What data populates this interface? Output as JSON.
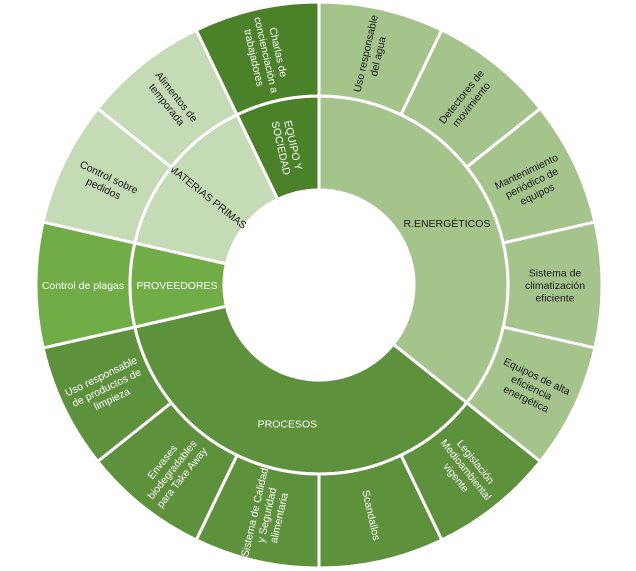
{
  "chart_data": {
    "type": "sunburst",
    "title": "",
    "colors": {
      "energeticos": "#a4c48c",
      "energeticos_outer": "#a4c48c",
      "procesos": "#5d913c",
      "procesos_outer": "#5d913c",
      "proveedores": "#70ad47",
      "proveedores_outer": "#70ad47",
      "materias": "#c5dbb5",
      "materias_outer": "#c5dbb5",
      "equipo": "#4b8229",
      "equipo_outer": "#4b8229",
      "text_dark": "#1a1a1a",
      "text_light": "#ffffff"
    },
    "categories": [
      {
        "name": "R.ENERGÉTICOS",
        "value": 5,
        "children": [
          {
            "name": "Uso responsable del agua",
            "value": 1
          },
          {
            "name": "Detectores de movimiento",
            "value": 1
          },
          {
            "name": "Mantenimiento periódico de equipos",
            "value": 1
          },
          {
            "name": "Sistema de climatización eficiente",
            "value": 1
          },
          {
            "name": "Equipos de alta eficiencia energética",
            "value": 1
          }
        ]
      },
      {
        "name": "PROCESOS",
        "value": 5,
        "children": [
          {
            "name": "Legislación Medioambiental vigente",
            "value": 1
          },
          {
            "name": "Scandallos",
            "value": 1
          },
          {
            "name": "Sistema de Calidad y Seguridad alimentaria",
            "value": 1
          },
          {
            "name": "Envases biodegradables para Take Away",
            "value": 1
          },
          {
            "name": "Uso responsable de productos de limpieza",
            "value": 1
          }
        ]
      },
      {
        "name": "PROVEEDORES",
        "value": 1,
        "children": [
          {
            "name": "Control de plagas",
            "value": 1
          }
        ]
      },
      {
        "name": "MATERIAS PRIMAS",
        "value": 2,
        "children": [
          {
            "name": "Control sobre pedidos",
            "value": 1
          },
          {
            "name": "Alimentos de temporada",
            "value": 1
          }
        ]
      },
      {
        "name": "EQUIPO Y SOCIEDAD",
        "value": 1,
        "children": [
          {
            "name": "Charlas de concienciación a trabajadores",
            "value": 1
          }
        ]
      }
    ],
    "inner_lines": {
      "R.ENERGÉTICOS": [
        "R.ENERGÉTICOS"
      ],
      "PROCESOS": [
        "PROCESOS"
      ],
      "PROVEEDORES": [
        "PROVEEDORES"
      ],
      "MATERIAS PRIMAS": [
        "MATERIAS PRIMAS"
      ],
      "EQUIPO Y SOCIEDAD": [
        "EQUIPO Y",
        "SOCIEDAD"
      ]
    },
    "outer_lines": {
      "Uso responsable del agua": [
        "Uso responsable",
        "del agua"
      ],
      "Detectores de movimiento": [
        "Detectores de",
        "movimiento"
      ],
      "Mantenimiento periódico de equipos": [
        "Mantenimiento",
        "periódico de",
        "equipos"
      ],
      "Sistema de climatización eficiente": [
        "Sistema de",
        "climatización",
        "eficiente"
      ],
      "Equipos de alta eficiencia energética": [
        "Equipos de alta",
        "eficiencia",
        "energética"
      ],
      "Legislación Medioambiental vigente": [
        "Legislación",
        "Medioambiental",
        "vigente"
      ],
      "Scandallos": [
        "Scandallos"
      ],
      "Sistema de Calidad y Seguridad alimentaria": [
        "Sistema de Calidad",
        "y Seguridad",
        "alimentaria"
      ],
      "Envases biodegradables para Take Away": [
        "Envases",
        "biodegradables",
        "para Take Away"
      ],
      "Uso responsable de productos de limpieza": [
        "Uso responsable",
        "de productos de",
        "limpieza"
      ],
      "Control de plagas": [
        "Control de plagas"
      ],
      "Control sobre pedidos": [
        "Control sobre",
        "pedidos"
      ],
      "Alimentos de temporada": [
        "Alimentos de",
        "temporada"
      ],
      "Charlas de concienciación a trabajadores": [
        "Charlas de",
        "concienciación a",
        "trabajadores"
      ]
    }
  }
}
